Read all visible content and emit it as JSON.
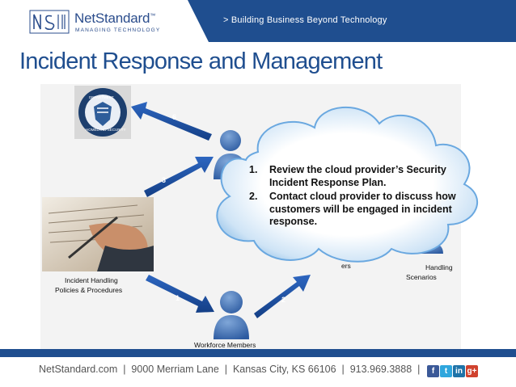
{
  "header": {
    "brand": "NetStandard",
    "brand_tm": "™",
    "brand_sub": "MANAGING TECHNOLOGY",
    "tagline": "> Building Business Beyond Technology"
  },
  "slide": {
    "title": "Incident Response and Management"
  },
  "diagram": {
    "labels": {
      "policies_line1": "Incident Handling",
      "policies_line2": "Policies & Procedures",
      "workforce": "Workforce Members",
      "managers_partial": "ers",
      "scenarios_line1": "Handling",
      "scenarios_line2": "Scenarios"
    },
    "arrows": [
      "1",
      "2",
      "3",
      "6"
    ],
    "seal_lines": [
      "DEPARTMENT",
      "HOMELAND SECURITY"
    ]
  },
  "cloud": {
    "steps": [
      {
        "num": "1.",
        "line1": "Review the cloud provider’s Security",
        "line2": "Incident Response Plan."
      },
      {
        "num": "2.",
        "line1": "Contact cloud provider to discuss how",
        "line2": "customers will be engaged in incident",
        "line3": "response."
      }
    ]
  },
  "footer": {
    "text": "NetStandard.com  |  9000 Merriam Lane  |  Kansas City, KS 66106  |  913.969.3888  |",
    "social": [
      {
        "icon": "facebook-icon",
        "glyph": "f",
        "color": "#3b5998"
      },
      {
        "icon": "twitter-icon",
        "glyph": "t",
        "color": "#2fa6dd"
      },
      {
        "icon": "linkedin-icon",
        "glyph": "in",
        "color": "#1e73a8"
      },
      {
        "icon": "google-plus-icon",
        "glyph": "g+",
        "color": "#d0422e"
      }
    ]
  }
}
